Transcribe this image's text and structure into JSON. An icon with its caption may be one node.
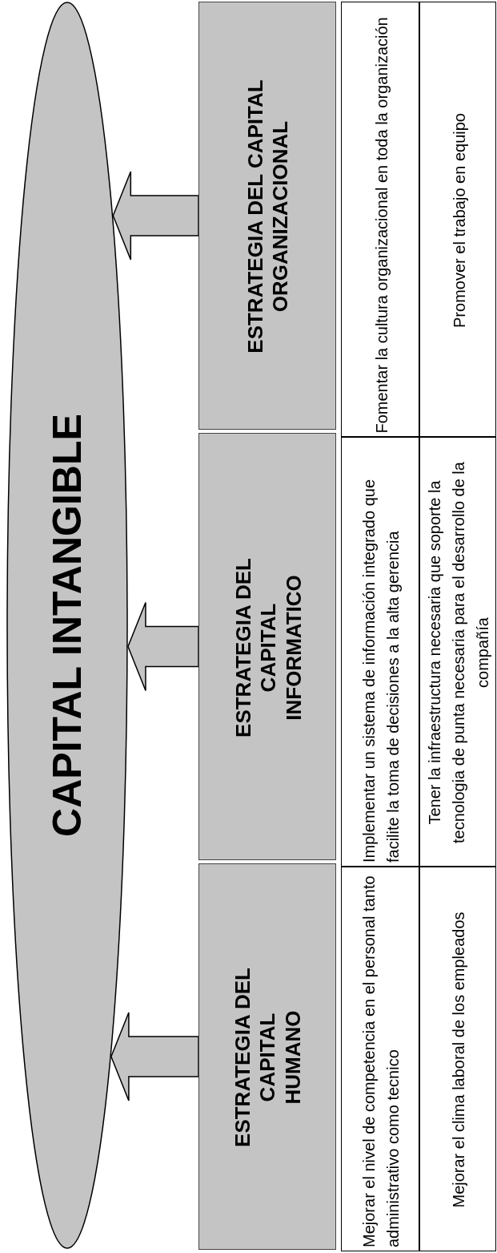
{
  "diagram": {
    "nodes": [
      {
        "text": [
          "CAPITAL INTANGIBLE"
        ]
      },
      {
        "text": [
          "ESTRATEGIA DEL CAPITAL HUMANO"
        ]
      },
      {
        "text": [
          "ESTRATEGIA DEL CAPITAL INFORMATICO"
        ]
      },
      {
        "text": [
          "ESTRATEGIA DEL CAPITAL ORGANIZACIONAL"
        ]
      }
    ],
    "edges": [
      {
        "from": 1,
        "to": 0,
        "arrow": "to",
        "style": "thick"
      },
      {
        "from": 2,
        "to": 0,
        "arrow": "to",
        "style": "thick"
      },
      {
        "from": 3,
        "to": 0,
        "arrow": "to",
        "style": "thick"
      }
    ],
    "labels": [
      "Mejorar el nivel de competencia en el personal tanto administrativo como tecnico",
      "Mejorar el clima laboral de los empleados",
      "Implementar un sistema de información integrado que facilite la toma de decisiones a la alta gerencia",
      "Tener la infraestructura necesaria que soporte la tecnologia de punta necesaria para el desarrollo de la compañía",
      "Fomentar la cultura organizacional en toda la organización",
      "Promover el trabajo en equipo"
    ]
  }
}
